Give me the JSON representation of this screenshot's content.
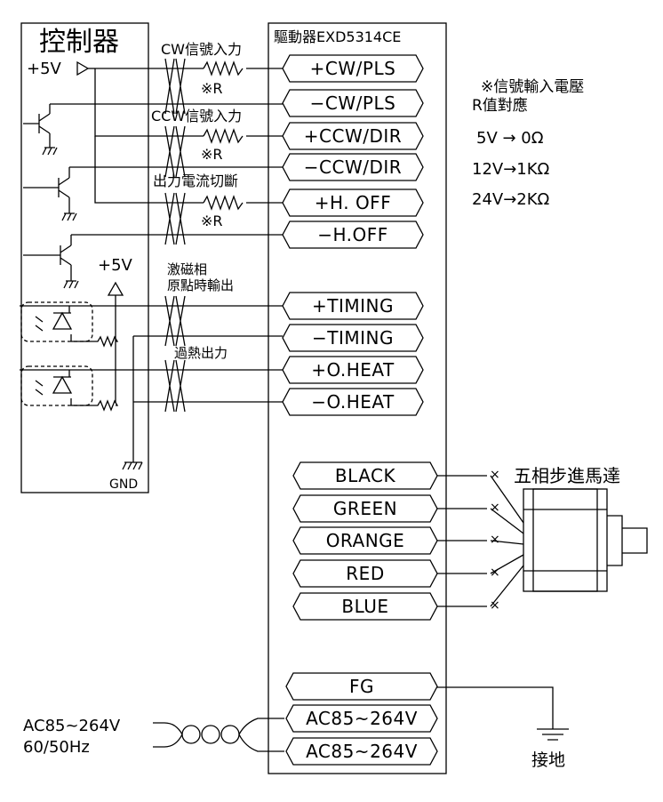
{
  "controller": {
    "title": "控制器",
    "v5_top": "+5V",
    "v5_mid": "+5V",
    "gnd": "GND"
  },
  "driver": {
    "title": "驅動器EXD5314CE"
  },
  "signal_labels": {
    "cw_input": "CW信號入力",
    "ccw_input": "CCW信號入力",
    "current_off": "出力電流切斷",
    "r1": "※R",
    "r2": "※R",
    "r3": "※R",
    "timing_line1": "激磁相",
    "timing_line2": "原點時輸出",
    "overheat": "過熱出力"
  },
  "input_terminals": [
    "+CW/PLS",
    "−CW/PLS",
    "+CCW/DIR",
    "−CCW/DIR",
    "+H. OFF",
    "−H.OFF"
  ],
  "output_terminals": [
    "+TIMING",
    "−TIMING",
    "+O.HEAT",
    "−O.HEAT"
  ],
  "motor_terminals": [
    "BLACK",
    "GREEN",
    "ORANGE",
    "RED",
    "BLUE"
  ],
  "power_terminals": [
    "FG",
    "AC85~264V",
    "AC85~264V"
  ],
  "motor": {
    "label": "五相步進馬達"
  },
  "ground": {
    "label": "接地"
  },
  "ac_source": {
    "voltage": "AC85~264V",
    "frequency": "60/50Hz"
  },
  "note": {
    "title": "※信號輸入電壓",
    "subtitle": "R值對應",
    "rows": [
      "5V  → 0Ω",
      "12V→1KΩ",
      "24V→2KΩ"
    ]
  }
}
